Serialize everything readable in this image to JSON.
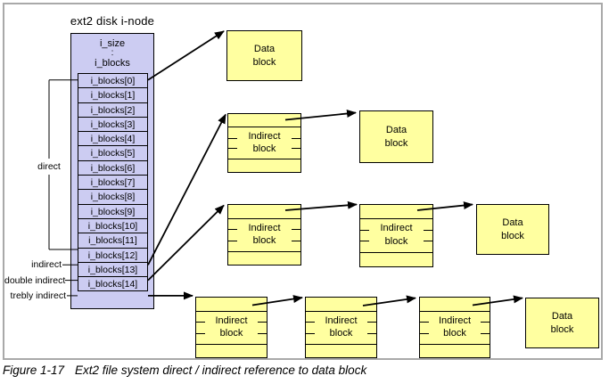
{
  "title": "ext2 disk i-node",
  "inode": {
    "field_size": "i_size",
    "field_dots": ":",
    "field_blocks": "i_blocks",
    "rows": [
      "i_blocks[0]",
      "i_blocks[1]",
      "i_blocks[2]",
      "i_blocks[3]",
      "i_blocks[4]",
      "i_blocks[5]",
      "i_blocks[6]",
      "i_blocks[7]",
      "i_blocks[8]",
      "i_blocks[9]",
      "i_blocks[10]",
      "i_blocks[11]",
      "i_blocks[12]",
      "i_blocks[13]",
      "i_blocks[14]"
    ]
  },
  "side_labels": {
    "direct": "direct",
    "indirect": "indirect",
    "double_indirect": "double indirect",
    "trebly_indirect": "trebly indirect"
  },
  "blocks": {
    "data": "Data\nblock",
    "indirect": "Indirect\nblock"
  },
  "caption": {
    "figure": "Figure 1-17",
    "text": "Ext2 file system direct / indirect reference to data block"
  },
  "colors": {
    "inode_fill": "#ccccf2",
    "block_fill": "#ffffa0",
    "line": "#000000",
    "frame_border": "#a9a9a9"
  }
}
